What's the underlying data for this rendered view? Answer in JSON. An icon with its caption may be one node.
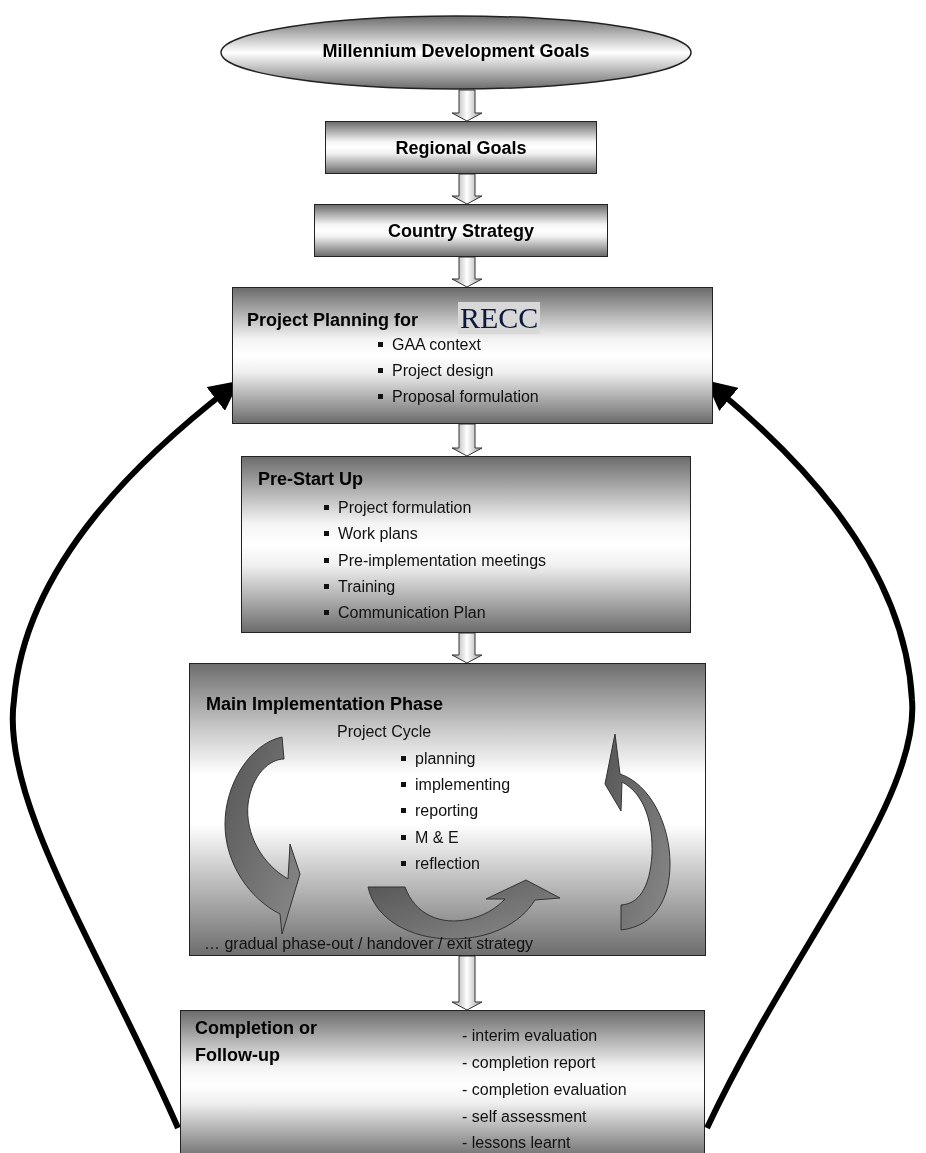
{
  "diagram": {
    "nodes": [
      {
        "text": [
          "Millennium Development Goals"
        ]
      },
      {
        "text": [
          "Regional Goals"
        ]
      },
      {
        "text": [
          "Country Strategy"
        ]
      },
      {
        "text": [
          "Project Planning for",
          "RECC",
          "GAA context",
          "Project design",
          "Proposal formulation"
        ]
      },
      {
        "text": [
          "Pre-Start Up",
          "Project formulation",
          "Work plans",
          "Pre-implementation meetings",
          "Training",
          "Communication Plan"
        ]
      },
      {
        "text": [
          "Main Implementation Phase",
          "Project Cycle",
          "planning",
          "implementing",
          "reporting",
          "M & E",
          "reflection",
          "… gradual phase-out / handover / exit strategy"
        ]
      },
      {
        "text": [
          "Completion or Follow-up",
          "- interim evaluation",
          "- completion report",
          "- completion evaluation",
          "- self assessment",
          "- lessons learnt"
        ]
      }
    ],
    "edges": [
      {
        "from": 0,
        "to": 1,
        "arrow": "to",
        "style": "thick"
      },
      {
        "from": 1,
        "to": 2,
        "arrow": "to",
        "style": "thick"
      },
      {
        "from": 2,
        "to": 3,
        "arrow": "to",
        "style": "thick"
      },
      {
        "from": 3,
        "to": 4,
        "arrow": "to",
        "style": "thick"
      },
      {
        "from": 4,
        "to": 5,
        "arrow": "to",
        "style": "thick"
      },
      {
        "from": 5,
        "to": 6,
        "arrow": "to",
        "style": "thick"
      },
      {
        "from": 6,
        "to": 3,
        "arrow": "to"
      },
      {
        "from": 6,
        "to": 3,
        "arrow": "to"
      }
    ]
  }
}
